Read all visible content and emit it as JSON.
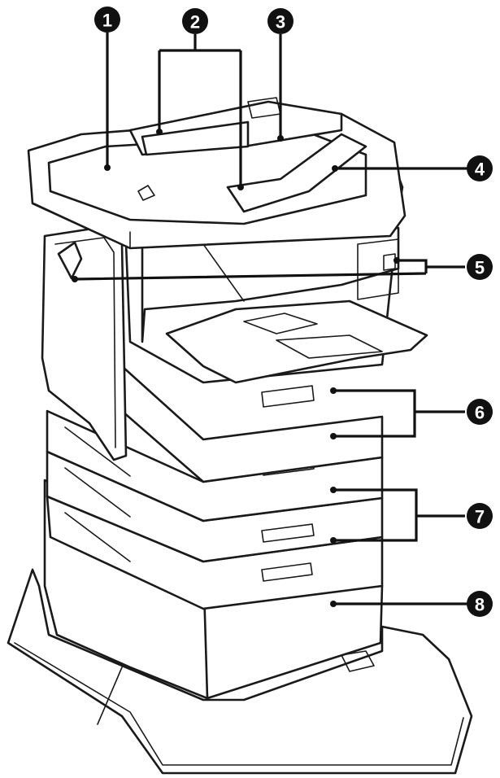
{
  "callouts": [
    {
      "id": "1",
      "label": "1"
    },
    {
      "id": "2",
      "label": "2"
    },
    {
      "id": "3",
      "label": "3"
    },
    {
      "id": "4",
      "label": "4"
    },
    {
      "id": "5",
      "label": "5"
    },
    {
      "id": "6",
      "label": "6"
    },
    {
      "id": "7",
      "label": "7"
    },
    {
      "id": "8",
      "label": "8"
    }
  ],
  "colors": {
    "line": "#1a1a1a",
    "callout": "#111111",
    "background": "#ffffff"
  }
}
